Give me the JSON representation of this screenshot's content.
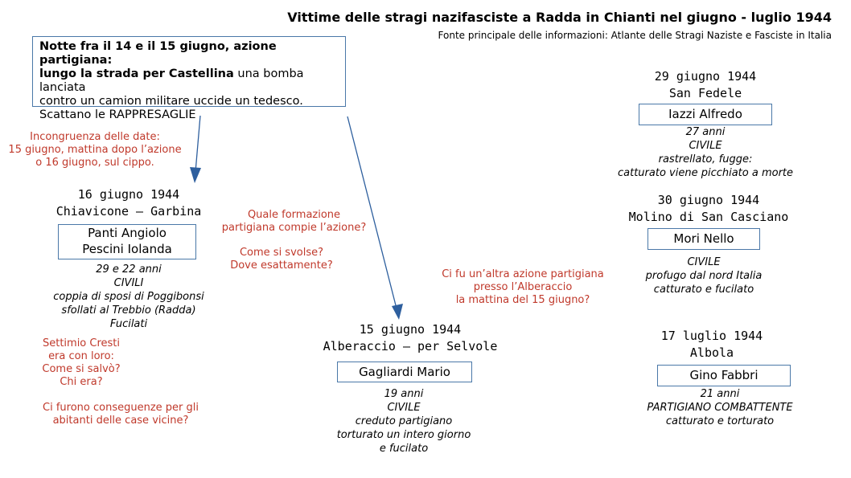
{
  "header": {
    "title": "Vittime delle stragi nazifasciste a Radda in Chianti  nel giugno - luglio 1944",
    "source": "Fonte principale delle informazioni: Atlante delle Stragi Naziste e Fasciste in Italia"
  },
  "intro": {
    "bold1": "Notte fra il 14 e il 15 giugno, azione partigiana:",
    "bold2": "lungo la strada per Castellina",
    "rest1": " una bomba lanciata",
    "line3": "contro un camion militare uccide un tedesco.",
    "line4": "Scattano le RAPPRESAGLIE"
  },
  "questions": {
    "date_incongruence": [
      "Incongruenza delle date:",
      "15 giugno, mattina dopo l’azione",
      "o 16 giugno, sul cippo."
    ],
    "formation": [
      "Quale formazione",
      "partigiana compie l’azione?"
    ],
    "how": [
      "Come si svolse?",
      "Dove esattamente?"
    ],
    "other_action": [
      "Ci fu un’altra azione partigiana",
      "presso l’Alberaccio",
      "la mattina del 15 giugno?"
    ],
    "settimio": [
      "Settimio Cresti",
      "era con loro:",
      "Come si salvò?",
      "Chi era?"
    ],
    "consequences": [
      "Ci furono conseguenze per gli",
      "abitanti delle case vicine?"
    ]
  },
  "events": {
    "chiavicone": {
      "date": "16 giugno 1944",
      "place": "Chiavicone – Garbina",
      "names": [
        "Panti Angiolo",
        "Pescini Iolanda"
      ],
      "notes": [
        "29 e 22 anni",
        "CIVILI",
        "coppia di sposi di Poggibonsi",
        "sfollati al Trebbio (Radda)",
        "Fucilati"
      ]
    },
    "alberaccio": {
      "date": "15 giugno 1944",
      "place": "Alberaccio – per Selvole",
      "names": [
        "Gagliardi Mario"
      ],
      "notes": [
        "19 anni",
        "CIVILE",
        "creduto partigiano",
        "torturato un intero giorno",
        "e fucilato"
      ]
    },
    "san_fedele": {
      "date": "29 giugno 1944",
      "place": "San Fedele",
      "names": [
        "Iazzi Alfredo"
      ],
      "notes": [
        "27 anni",
        "CIVILE",
        "rastrellato, fugge:",
        "catturato viene picchiato a morte"
      ]
    },
    "molino": {
      "date": "30 giugno 1944",
      "place": "Molino di San Casciano",
      "names": [
        "Mori Nello"
      ],
      "notes": [
        "CIVILE",
        "profugo dal nord Italia",
        "catturato e fucilato"
      ]
    },
    "albola": {
      "date": "17 luglio 1944",
      "place": "Albola",
      "names": [
        "Gino Fabbri"
      ],
      "notes": [
        "21 anni",
        "PARTIGIANO COMBATTENTE",
        "catturato e torturato"
      ]
    }
  },
  "colors": {
    "box_border": "#4a78a8",
    "question_text": "#c0392b",
    "arrow": "#2e5f9e"
  }
}
